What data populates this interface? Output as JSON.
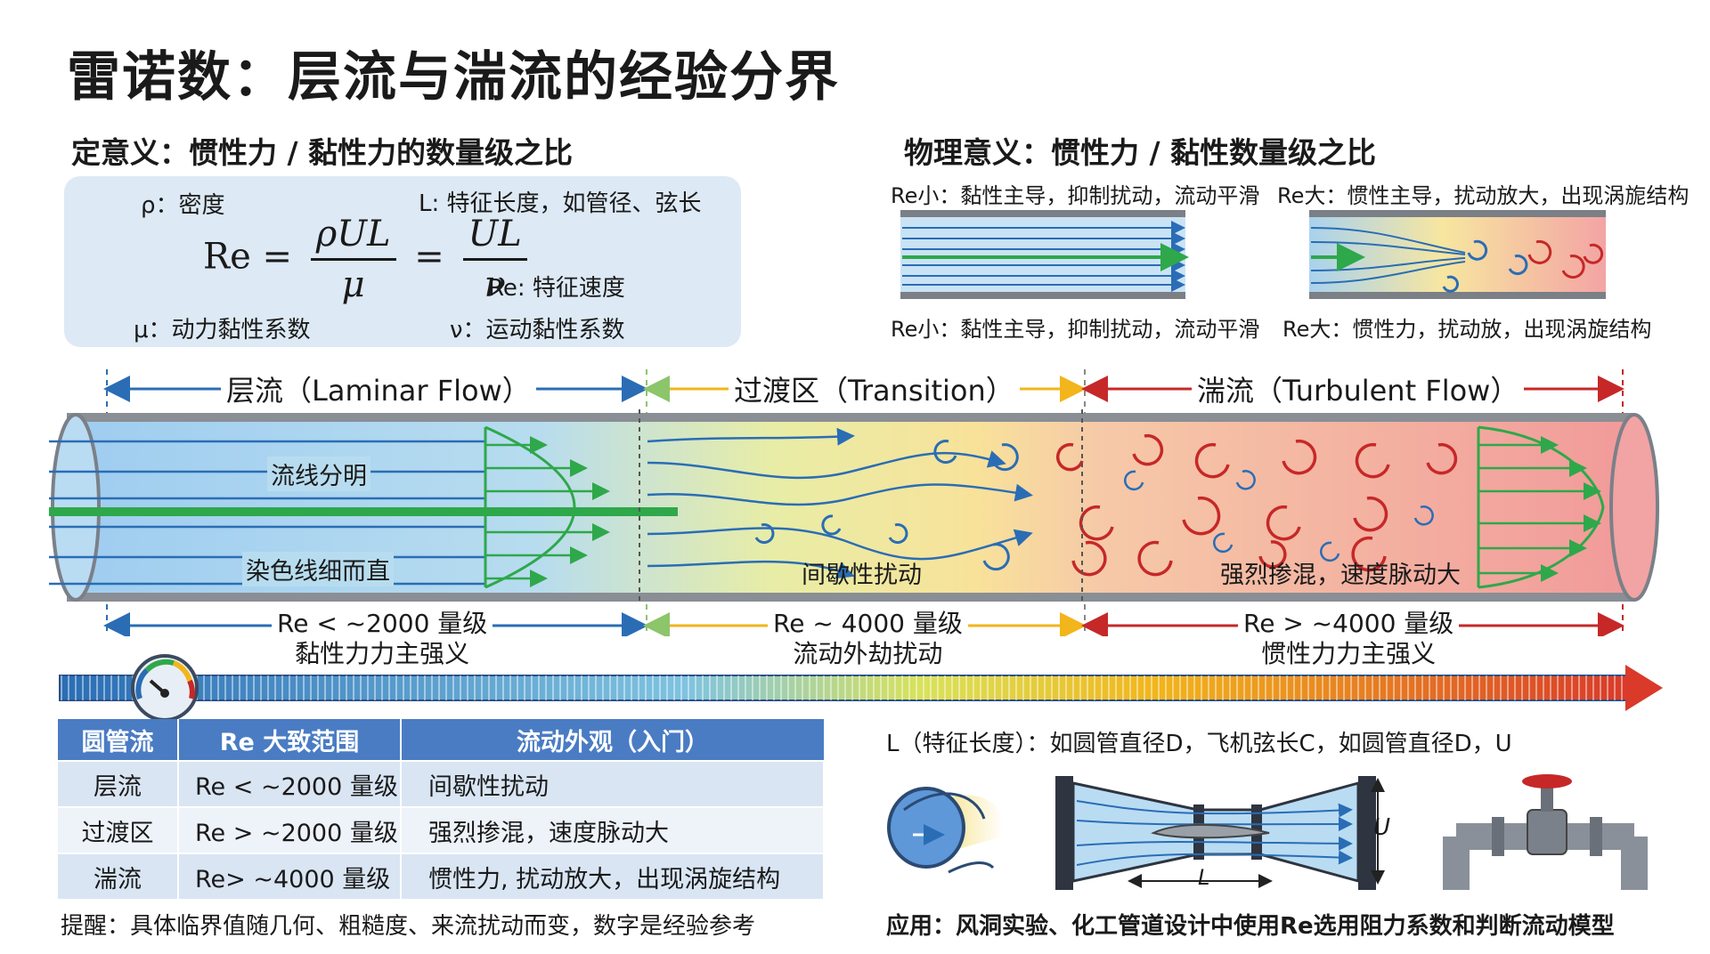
{
  "title": "雷诺数：层流与湍流的经验分界",
  "definition": {
    "heading": "定意义：惯性力 / 黏性力的数量级之比",
    "rho": "ρ：密度",
    "L": "L: 特征长度，如管径、弦长",
    "mu": "μ：动力黏性系数",
    "U": "Re: 特征速度",
    "nu": "ν：运动黏性系数",
    "formula": {
      "lhs": "Re =",
      "num1": "ρUL",
      "den1": "μ",
      "eq": "=",
      "num2": "UL",
      "den2": "ν"
    }
  },
  "physical": {
    "heading": "物理意义：惯性力 / 黏性数量级之比",
    "small_top": "Re小：黏性主导，抑制扰动，流动平滑",
    "large_top": "Re大：惯性主导，扰动放大，出现涡旎结构",
    "small_bottom": "Re小：黏性主导，抑制扰动，流动平滑",
    "large_bottom": "Re大：惯性力，扰动放，出现涡旋结构"
  },
  "zones": {
    "laminar": "层流（Laminar Flow）",
    "transition": "过渡区（Transition）",
    "turbulent": "湍流（Turbulent Flow）"
  },
  "pipe_captions": {
    "streamlines": "流线分明",
    "dye": "染色线细而直",
    "intermittent": "间歇性扰动",
    "mixing": "强烈掺混，速度脉动大"
  },
  "re_ranges": {
    "laminar_re": "Re < ~2000 量级",
    "laminar_desc": "黏性力力主强义",
    "transition_re": "Re ~ 4000 量级",
    "transition_desc": "流动外劫扰动",
    "turbulent_re": "Re > ~4000 量级",
    "turbulent_desc": "惯性力力主强义"
  },
  "table": {
    "headers": [
      "圆管流",
      "Re 大致范围",
      "流动外观（入门）"
    ],
    "rows": [
      [
        "层流",
        "Re < ~2000 量级",
        "间歇性扰动"
      ],
      [
        "过渡区",
        "Re > ~2000 量级",
        "强烈掺混，速度脉动大"
      ],
      [
        "湍流",
        "Re> ~4000 量级",
        "惯性力, 扰动放大，出现涡旋结构"
      ]
    ]
  },
  "reminder": "提醒：具体临界值随几何、粗糙度、来流扰动而变，数字是经验参考",
  "length_note": "L（特征长度）：如圆管直径D，飞机弦长C，如圆管直径D，U",
  "tunnel_labels": {
    "U": "U",
    "L": "L"
  },
  "application": "应用：风洞实验、化工管道设计中使用Re选用阻力系数和判断流动模型",
  "colors": {
    "laminar": "#2a6db5",
    "transition_yellow": "#f2c21b",
    "turbulent": "#c62828",
    "dye": "#2ea84a",
    "table_header": "#4a7cc4"
  }
}
